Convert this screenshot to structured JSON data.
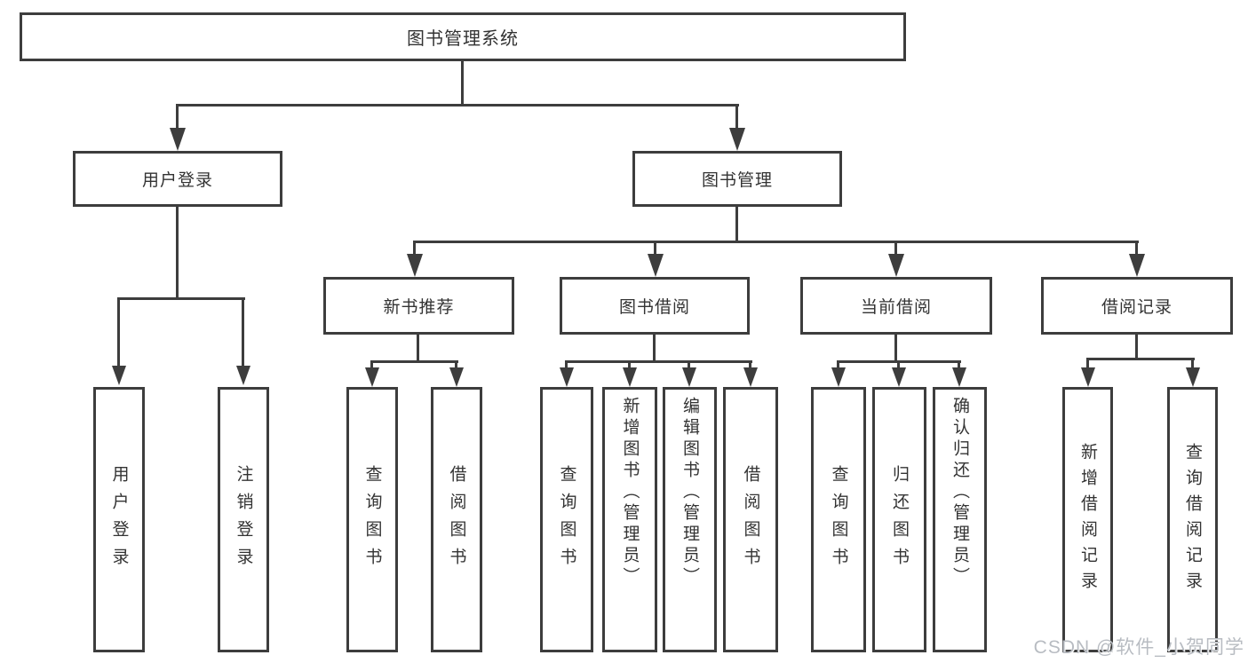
{
  "title": "图书管理系统",
  "tree": {
    "label": "图书管理系统",
    "children": [
      {
        "label": "用户登录",
        "children": [
          {
            "label": "用户登录"
          },
          {
            "label": "注销登录"
          }
        ]
      },
      {
        "label": "图书管理",
        "children": [
          {
            "label": "新书推荐",
            "children": [
              {
                "label": "查询图书"
              },
              {
                "label": "借阅图书"
              }
            ]
          },
          {
            "label": "图书借阅",
            "children": [
              {
                "label": "查询图书"
              },
              {
                "label": "新增图书（管理员）"
              },
              {
                "label": "编辑图书（管理员）"
              },
              {
                "label": "借阅图书"
              }
            ]
          },
          {
            "label": "当前借阅",
            "children": [
              {
                "label": "查询图书"
              },
              {
                "label": "归还图书"
              },
              {
                "label": "确认归还（管理员）"
              }
            ]
          },
          {
            "label": "借阅记录",
            "children": [
              {
                "label": "新增借阅记录"
              },
              {
                "label": "查询借阅记录"
              }
            ]
          }
        ]
      }
    ]
  },
  "watermark": "CSDN @软件_小贺同学",
  "colors": {
    "line": "#3d3d3d",
    "text": "#333333",
    "watermark": "#b8bcc2",
    "background": "#ffffff"
  }
}
